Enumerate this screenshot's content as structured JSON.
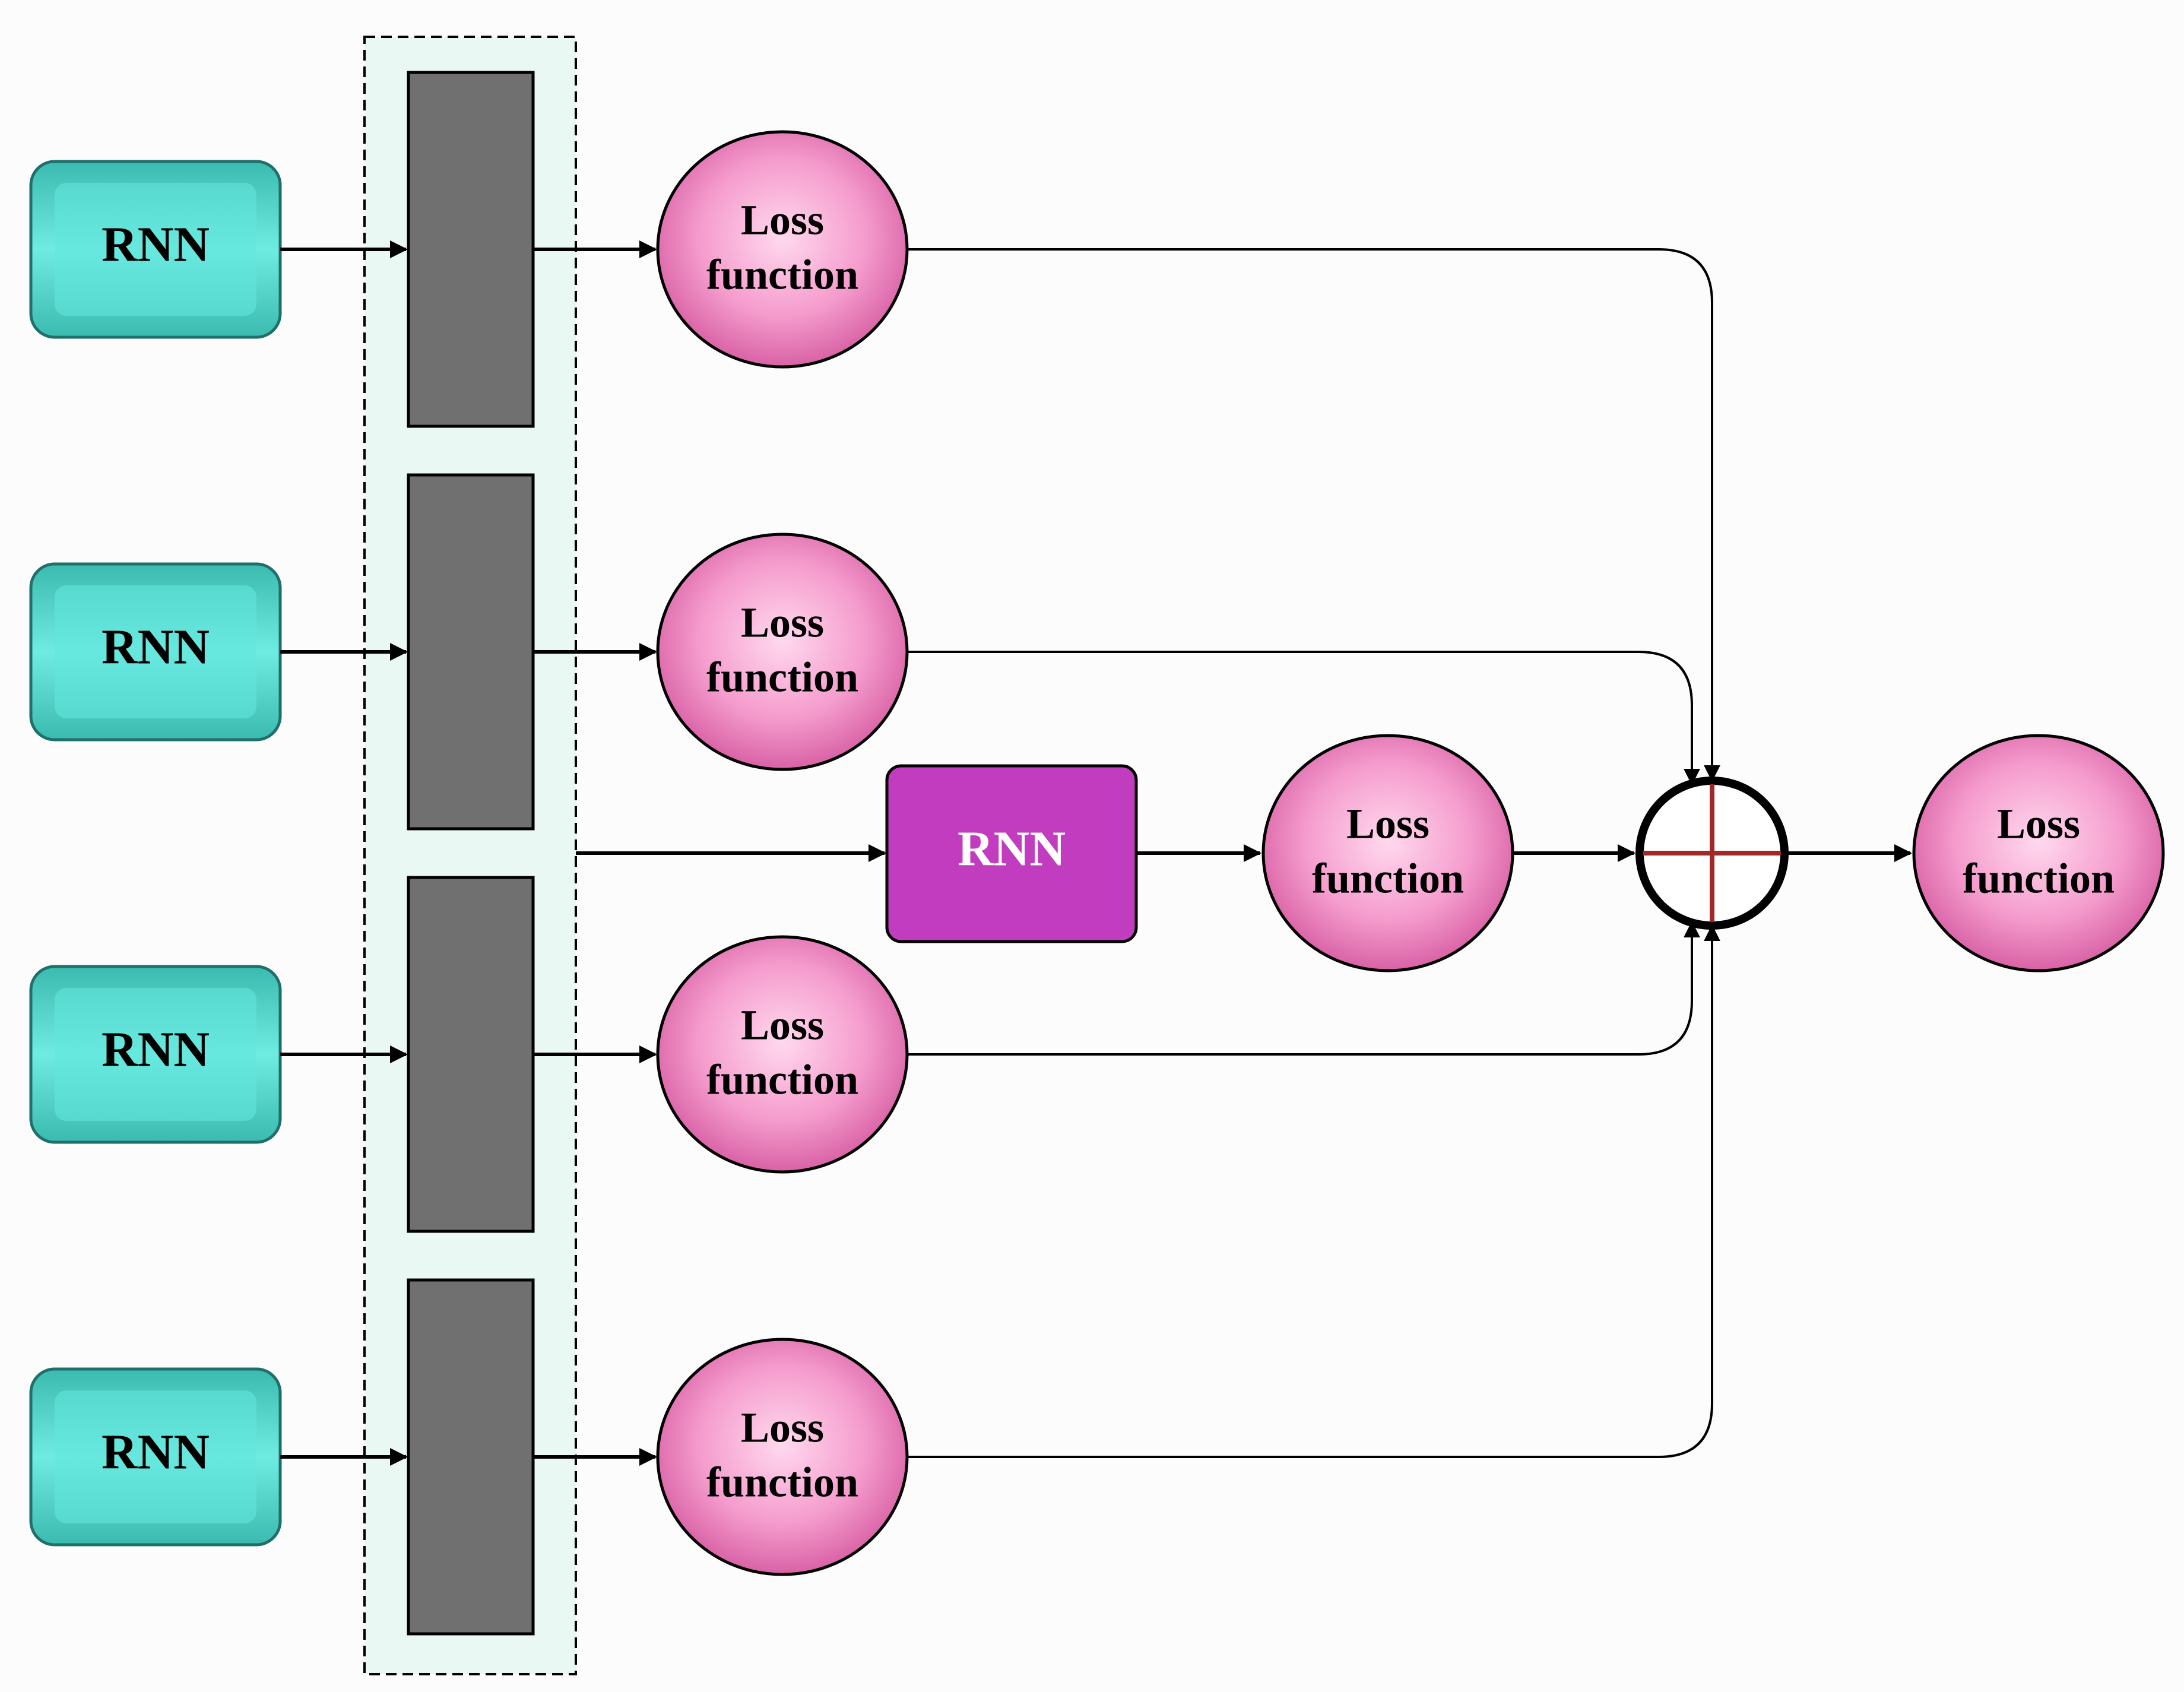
{
  "nodes": {
    "rnn_inputs": [
      "RNN",
      "RNN",
      "RNN",
      "RNN"
    ],
    "branch_losses": [
      [
        "Loss",
        "function"
      ],
      [
        "Loss",
        "function"
      ],
      [
        "Loss",
        "function"
      ],
      [
        "Loss",
        "function"
      ]
    ],
    "shared_rnn": "RNN",
    "shared_loss": [
      "Loss",
      "function"
    ],
    "final_loss": [
      "Loss",
      "function"
    ]
  },
  "colors": {
    "background": "#fcfcfc",
    "rnn_teal": "#4fd6cc",
    "rnn_teal_dark": "#2a9c94",
    "panel_fill": "#eaf8f4",
    "feature_block": "#707070",
    "loss_pink": "#f08ac6",
    "loss_pink_dark": "#d65fa3",
    "shared_rnn_magenta": "#c23cbf",
    "sum_cross": "#a02828"
  },
  "icons": {
    "sum_node": "circle-plus-icon"
  }
}
